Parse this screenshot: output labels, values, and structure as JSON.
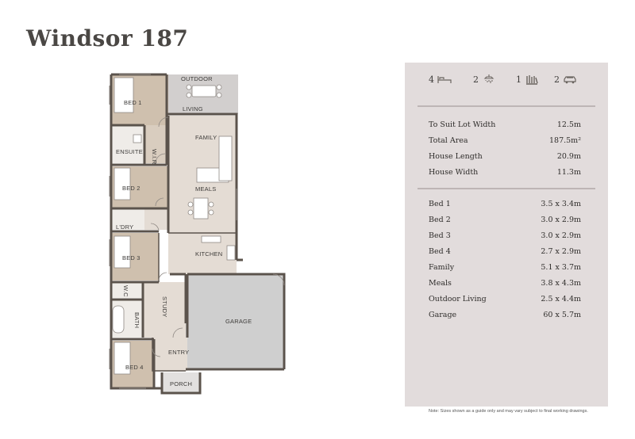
{
  "title": "Windsor 187",
  "icons": [
    {
      "count": "4",
      "icon": "bed-icon"
    },
    {
      "count": "2",
      "icon": "shower-icon"
    },
    {
      "count": "1",
      "icon": "bookshelf-icon"
    },
    {
      "count": "2",
      "icon": "car-icon"
    }
  ],
  "rooms": {
    "outdoor": "OUTDOOR",
    "living": "LIVING",
    "bed1": "BED 1",
    "ensuite": "ENSUITE",
    "wir": "W.I.R",
    "family": "FAMILY",
    "bed2": "BED 2",
    "meals": "MEALS",
    "ldry": "L'DRY",
    "bed3": "BED 3",
    "kitchen": "KITCHEN",
    "wc": "W.C",
    "bath": "BATH",
    "study": "STUDY",
    "garage": "GARAGE",
    "entry": "ENTRY",
    "bed4": "BED 4",
    "porch": "PORCH"
  },
  "specs": [
    {
      "label": "To Suit Lot Width",
      "value": "12.5m"
    },
    {
      "label": "Total Area",
      "value": "187.5m²"
    },
    {
      "label": "House Length",
      "value": "20.9m"
    },
    {
      "label": "House Width",
      "value": "11.3m"
    }
  ],
  "dimensions": [
    {
      "label": "Bed 1",
      "value": "3.5 x 3.4m"
    },
    {
      "label": "Bed 2",
      "value": "3.0 x 2.9m"
    },
    {
      "label": "Bed 3",
      "value": "3.0 x 2.9m"
    },
    {
      "label": "Bed 4",
      "value": "2.7 x 2.9m"
    },
    {
      "label": "Family",
      "value": "5.1 x 3.7m"
    },
    {
      "label": "Meals",
      "value": "3.8 x 4.3m"
    },
    {
      "label": "Outdoor Living",
      "value": "2.5 x 4.4m"
    },
    {
      "label": "Garage",
      "value": "60 x 5.7m"
    }
  ],
  "note": "Note: Sizes shown as a guide only and may vary subject to final working drawings."
}
